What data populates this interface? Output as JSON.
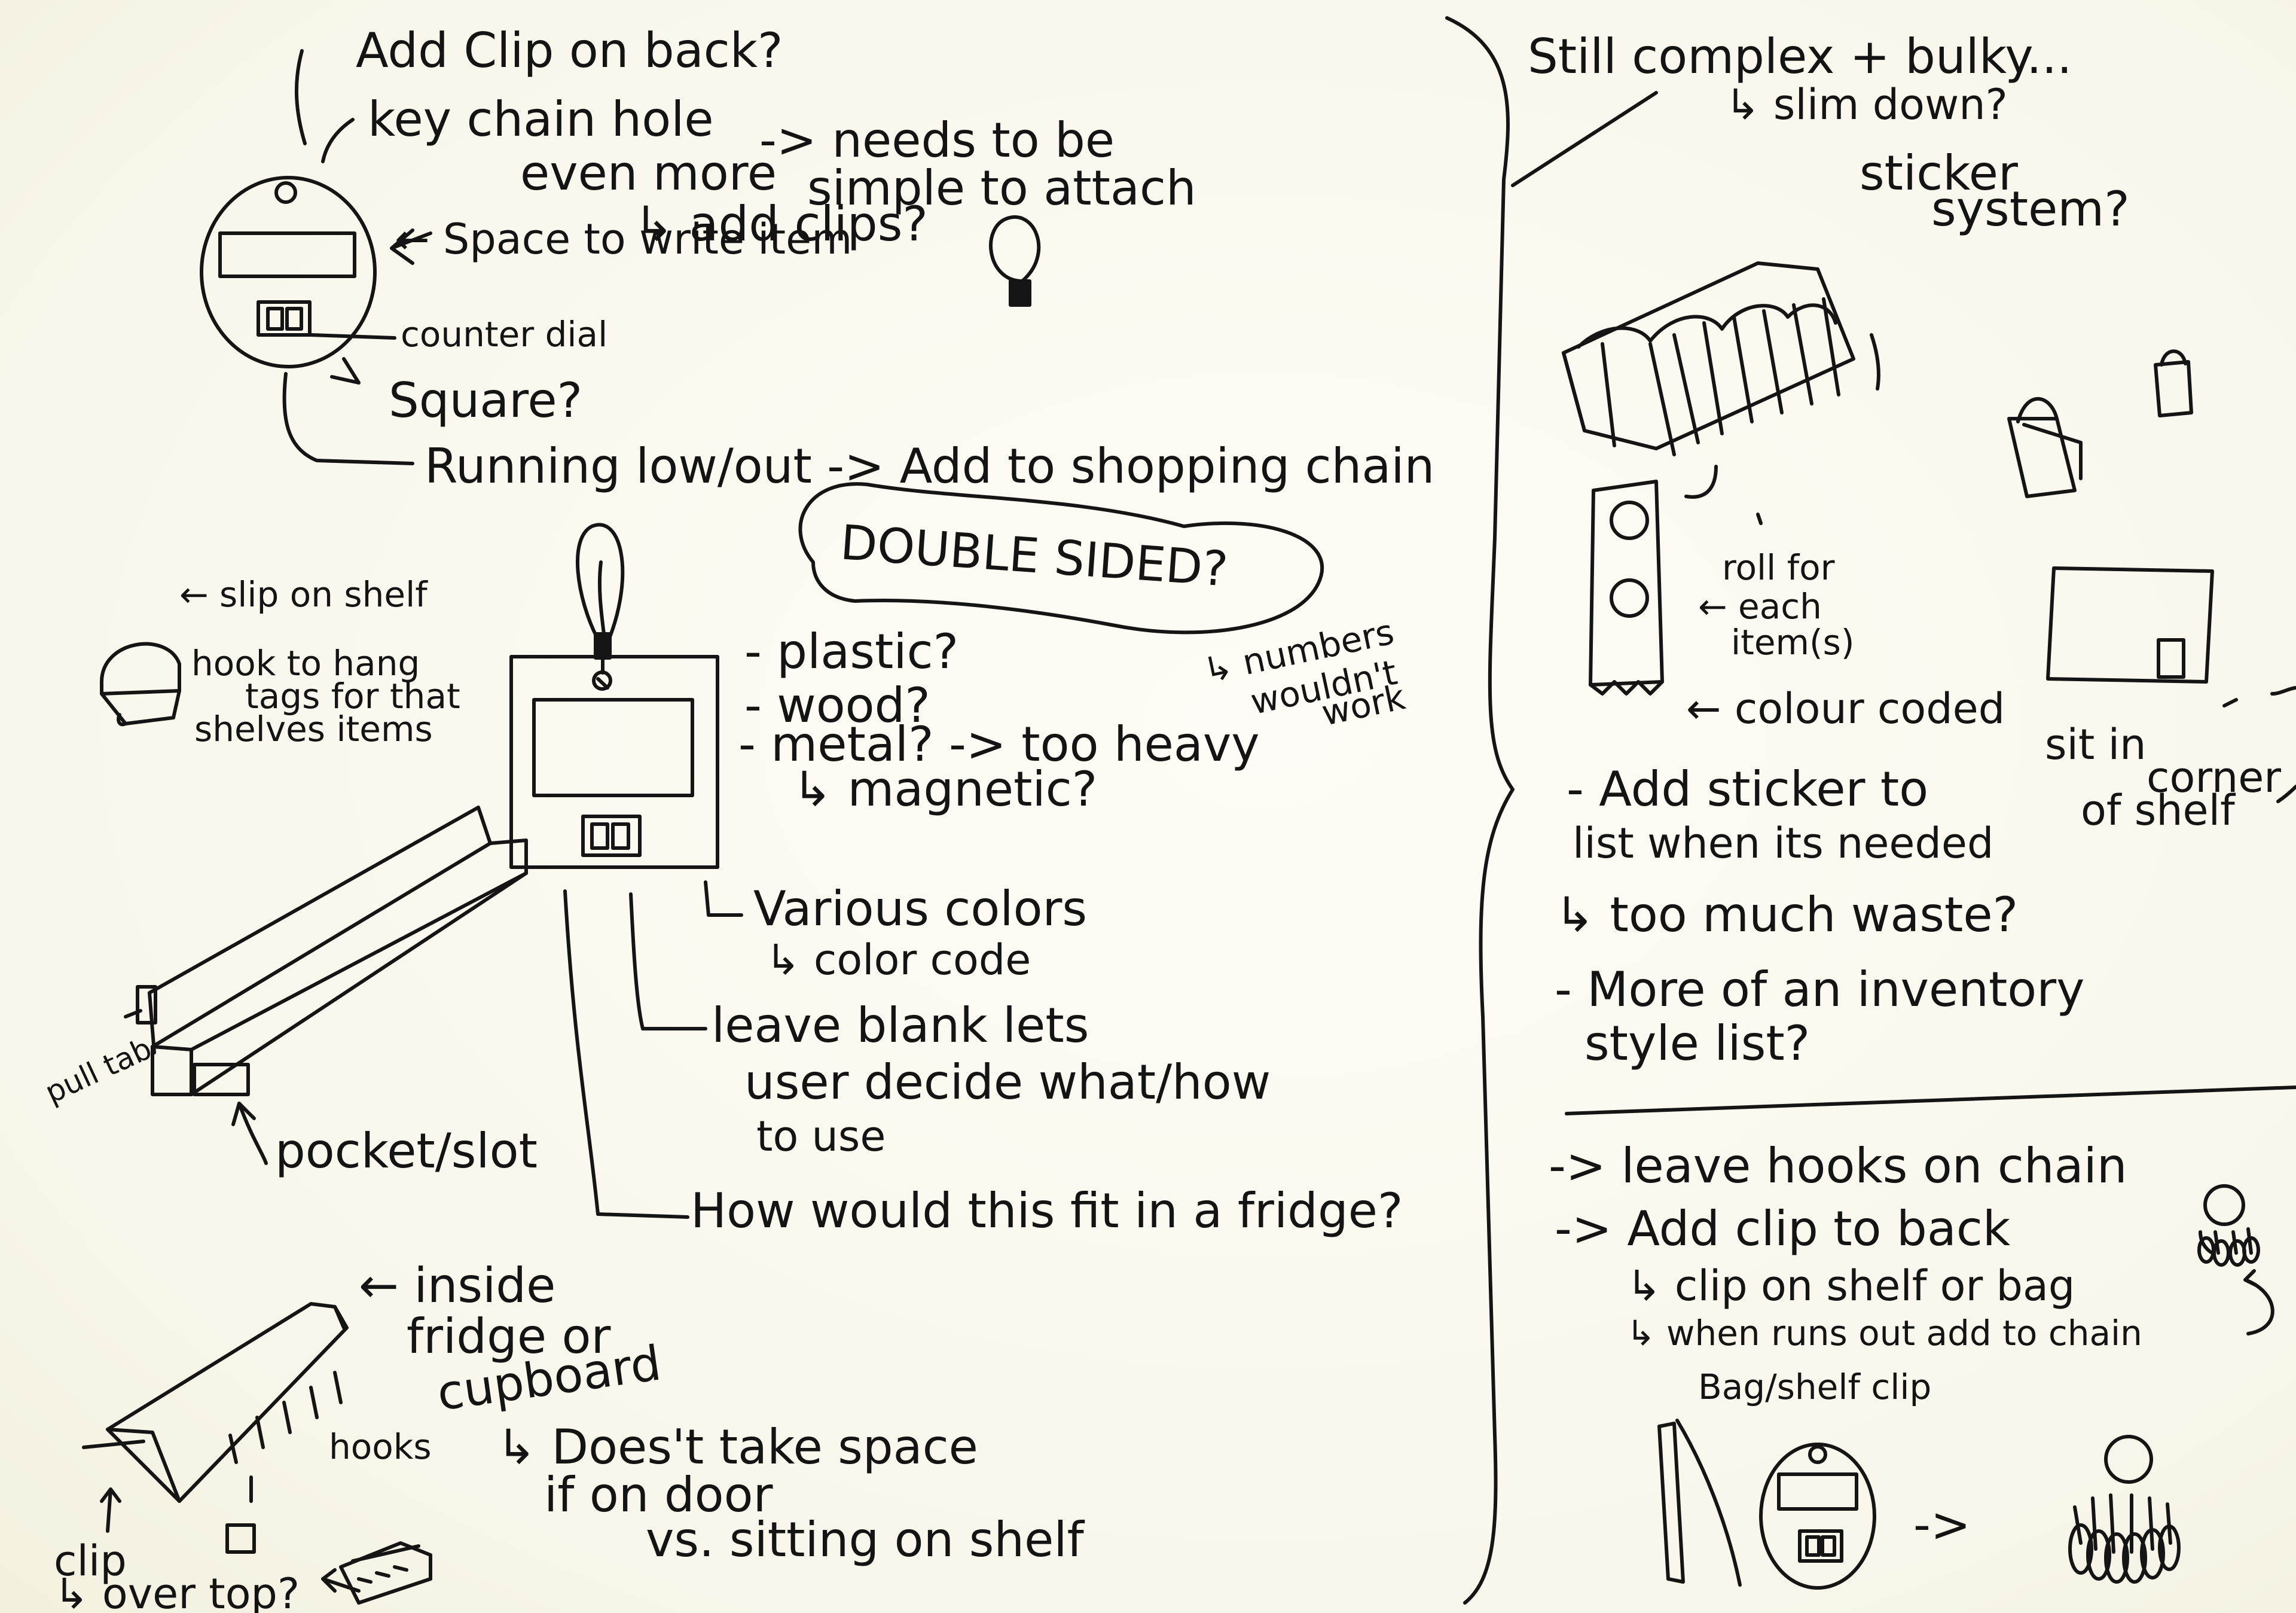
{
  "colors": {
    "ink": "#151515",
    "paper": "#fbfaf2"
  },
  "left_page": {
    "top": {
      "add_clip": "Add Clip on back?",
      "keychain_hole": "key chain hole",
      "needs_to_be": "-> needs to be",
      "even_more": "even more",
      "simple_attach": "simple to attach",
      "add_clips": "↳ add clips?",
      "space": "← Space to write item",
      "counter_dial": "counter dial",
      "square": "Square?",
      "running_low": "Running low/out -> Add to shopping chain"
    },
    "double_sided": {
      "title": "DOUBLE SIDED?",
      "numbers": "↳ numbers",
      "wouldnt": "wouldn't",
      "work": "work"
    },
    "shelf": {
      "slip_on": "← slip on shelf",
      "hook_line1": "hook to hang",
      "hook_line2": "tags for that",
      "hook_line3": "shelves items",
      "pull_tab": "pull tab",
      "pocket": "pocket/slot"
    },
    "tag": {
      "plastic": "- plastic?",
      "wood": "- wood?",
      "metal": "- metal? -> too heavy",
      "magnetic": "↳ magnetic?",
      "various": "Various colors",
      "color_code": "↳ color code",
      "leave_blank": "leave blank lets",
      "user_decide": "user decide what/how",
      "to_use": "to use",
      "fridge_q": "How would this fit in a fridge?"
    },
    "bottom": {
      "inside": "← inside",
      "fridge_or": "fridge or",
      "cupboard": "cupboard",
      "hooks": "hooks",
      "doesnt": "↳ Does't take space",
      "if_on_door": "if on door",
      "vs_shelf": "vs. sitting on shelf",
      "clip": "clip",
      "over_top": "↳ over top?"
    }
  },
  "right_page": {
    "still_complex": "Still complex + bulky...",
    "slim_down": "↳ slim down?",
    "sticker": "sticker",
    "system": "system?",
    "roll_for": "roll for",
    "each": "← each",
    "items": "item(s)",
    "colour_coded": "← colour coded",
    "sit_in": "sit in",
    "corner": "corner",
    "of_shelf": "of shelf",
    "add_sticker": "- Add sticker to",
    "list_when": "list when its needed",
    "too_much": "↳ too much waste?",
    "more_of": "- More of an inventory",
    "style_list": "style list?",
    "leave_hooks": "-> leave hooks on chain",
    "add_clip_back": "-> Add clip to back",
    "clip_on": "↳ clip on shelf or bag",
    "when_runs": "↳ when runs out add to chain",
    "bag_clip": "Bag/shelf clip",
    "arrow": "->"
  }
}
